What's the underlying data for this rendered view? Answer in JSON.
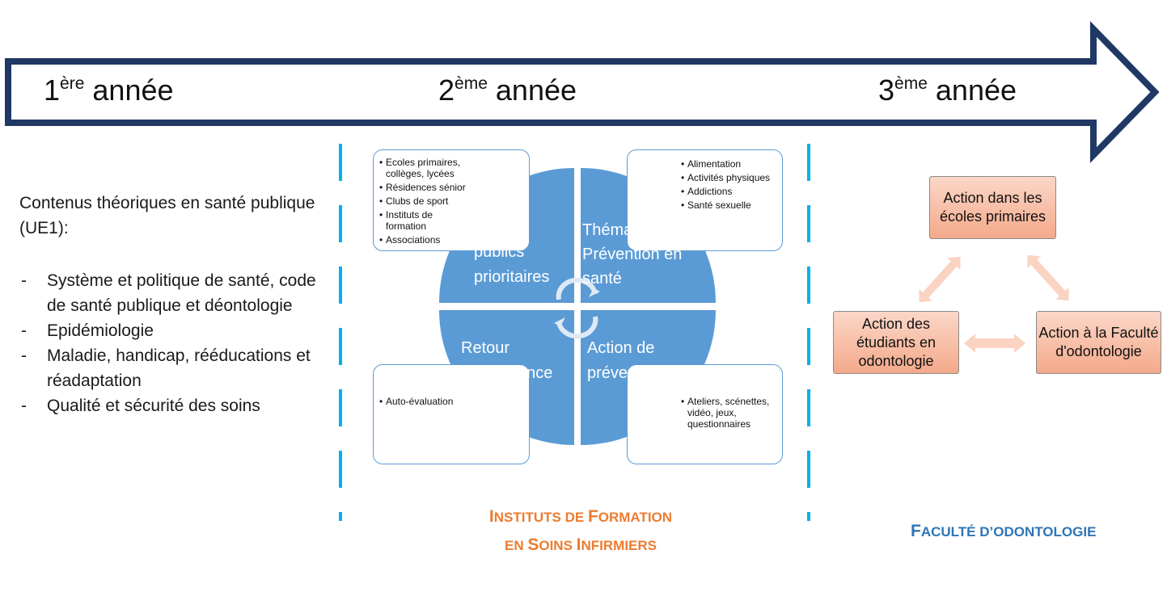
{
  "timeline": {
    "years": [
      {
        "num": "1",
        "sup": "ère",
        "word": "année"
      },
      {
        "num": "2",
        "sup": "ème",
        "word": "année"
      },
      {
        "num": "3",
        "sup": "ème",
        "word": "année"
      }
    ]
  },
  "first_year": {
    "title": "Contenus théoriques en santé publique (UE1):",
    "items": [
      "Système et politique de santé, code de santé publique et déontologie",
      "Epidémiologie",
      "Maladie, handicap, rééducations et réadaptation",
      "Qualité et sécurité des soins"
    ]
  },
  "second_year": {
    "quadrants": {
      "top_left": "Lieux : publics prioritaires",
      "top_right": "Thématiques Prévention en santé",
      "bottom_left": "Retour d’expérience",
      "bottom_right": "Action de prévention"
    },
    "boxes": {
      "lieux": [
        "Ecoles primaires, collèges, lycées",
        "Résidences sénior",
        "Clubs de sport",
        "Instituts de formation",
        "Associations"
      ],
      "thematiques": [
        "Alimentation",
        "Activités physiques",
        "Addictions",
        "Santé sexuelle"
      ],
      "retour": [
        "Auto-évaluation"
      ],
      "action": [
        "Ateliers, scénettes, vidéo, jeux, questionnaires"
      ]
    },
    "institution": {
      "line1_cap1": "I",
      "line1_rest1": "NSTITUTS DE ",
      "line1_cap2": "F",
      "line1_rest2": "ORMATION",
      "line2_rest1": "EN ",
      "line2_cap2": "S",
      "line2_rest2": "OINS ",
      "line2_cap3": "I",
      "line2_rest3": "NFIRMIERS"
    }
  },
  "third_year": {
    "actions": {
      "top": "Action dans les écoles primaires",
      "left": "Action des étudiants en odontologie",
      "right": "Action à la Faculté d'odontologie"
    },
    "faculty": {
      "cap1": "F",
      "rest1": "ACULTÉ D’ODONTOLOGIE"
    }
  },
  "colors": {
    "arrow_border": "#1f3864",
    "quadrant_fill": "#5b9bd5",
    "dashed_line": "#00b0f0",
    "institution_text": "#ec7c30",
    "faculty_text": "#2e75b6",
    "action_box": "#f4b183"
  }
}
